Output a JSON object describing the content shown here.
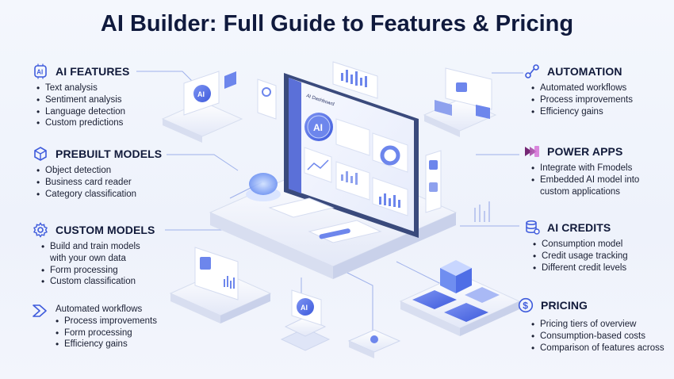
{
  "title": "AI Builder: Full Guide to Features & Pricing",
  "sections": {
    "ai_features": {
      "icon": "ai-chip-icon",
      "title": "AI FEATURES",
      "items": [
        "Text analysis",
        "Sentiment analysis",
        "Language detection",
        "Custom predictions"
      ]
    },
    "prebuilt_models": {
      "icon": "cube-icon",
      "title": "PREBUILT MODELS",
      "items": [
        "Object detection",
        "Business card reader",
        "Category classification"
      ]
    },
    "custom_models": {
      "icon": "gear-icon",
      "title": "CUSTOM MODELS",
      "items": [
        "Build and train models",
        "with your own data",
        "Form processing",
        "Custom classification"
      ]
    },
    "flows": {
      "icon": "power-automate-icon",
      "items": [
        "Automated workflows",
        "Process improvements",
        "Form processing",
        "Efficiency gains"
      ]
    },
    "automation": {
      "icon": "automation-link-icon",
      "title": "AUTOMATION",
      "items": [
        "Automated workflows",
        "Process improvements",
        "Efficiency gains"
      ]
    },
    "power_apps": {
      "icon": "power-apps-icon",
      "title": "POWER APPS",
      "items": [
        "Integrate with Fmodels",
        "Embedded AI model into",
        "custom applications"
      ]
    },
    "ai_credits": {
      "icon": "coin-stack-icon",
      "title": "AI CREDITS",
      "items": [
        "Consumption model",
        "Credit usage tracking",
        "Different credit levels"
      ]
    },
    "pricing": {
      "icon": "dollar-icon",
      "title": "PRICING",
      "items": [
        "Pricing tiers of overview",
        "Consumption-based costs",
        "Comparison of features across"
      ]
    }
  },
  "illustration": {
    "dashboard_title": "AI Dashboard",
    "ai_badge": "AI",
    "accent": "#4f6ee6",
    "accent_light": "#a9b9f5"
  }
}
